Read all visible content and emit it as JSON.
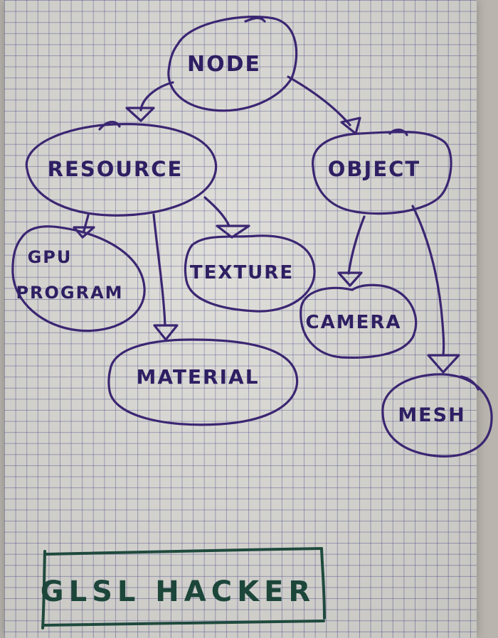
{
  "nodes": {
    "node": "NODE",
    "resource": "RESOURCE",
    "object": "OBJECT",
    "gpu_program_line1": "GPU",
    "gpu_program_line2": "PROGRAM",
    "texture": "TEXTURE",
    "material": "MATERIAL",
    "camera": "CAMERA",
    "mesh": "MESH"
  },
  "edges": [
    {
      "from": "NODE",
      "to": "RESOURCE"
    },
    {
      "from": "NODE",
      "to": "OBJECT"
    },
    {
      "from": "RESOURCE",
      "to": "GPU PROGRAM"
    },
    {
      "from": "RESOURCE",
      "to": "TEXTURE"
    },
    {
      "from": "RESOURCE",
      "to": "MATERIAL"
    },
    {
      "from": "OBJECT",
      "to": "CAMERA"
    },
    {
      "from": "OBJECT",
      "to": "MESH"
    }
  ],
  "signature": "GLSL HACKER",
  "colors": {
    "ink": "#3b2672",
    "signature_ink": "#1f4a3e",
    "paper": "#dcdbd6",
    "grid": "#46468c"
  }
}
